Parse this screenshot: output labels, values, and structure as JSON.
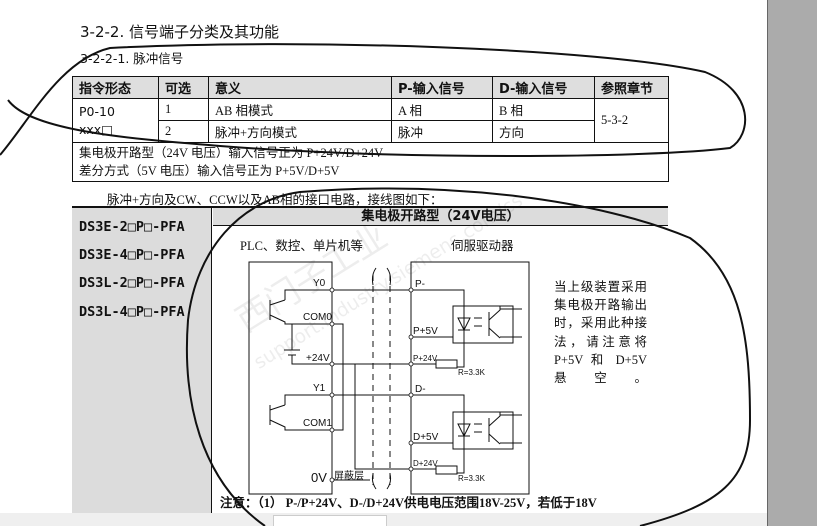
{
  "headings": {
    "section": "3-2-2. 信号端子分类及其功能",
    "subsection": "3-2-2-1. 脉冲信号"
  },
  "table": {
    "headers": [
      "指令形态",
      "可选",
      "意义",
      "P-输入信号",
      "D-输入信号",
      "参照章节"
    ],
    "command_form": [
      "P0-10",
      "xxx□"
    ],
    "rows": [
      {
        "option": "1",
        "meaning": "AB 相模式",
        "p": "A 相",
        "d": "B 相"
      },
      {
        "option": "2",
        "meaning": "脉冲+方向模式",
        "p": "脉冲",
        "d": "方向"
      }
    ],
    "reference": "5-3-2",
    "notes": [
      "集电极开路型（24V 电压）输入信号正为 P+24V/D+24V",
      "差分方式（5V 电压）输入信号正为 P+5V/D+5V"
    ]
  },
  "intro": "脉冲+方向及CW、CCW以及AB相的接口电路，接线图如下：",
  "panel": {
    "title": "集电极开路型（24V电压）",
    "models": [
      "DS3E-2□P□-PFA",
      "DS3E-4□P□-PFA",
      "DS3L-2□P□-PFA",
      "DS3L-4□P□-PFA"
    ],
    "left_device": "PLC、数控、单片机等",
    "right_device": "伺服驱动器",
    "left_terminals": [
      "Y0",
      "COM0",
      "+24V",
      "Y1",
      "COM1",
      "0V"
    ],
    "shield": "屏蔽层",
    "right_terminals": [
      "P-",
      "P+5V",
      "P+24V",
      "D-",
      "D+5V",
      "D+24V"
    ],
    "resistor": "R=3.3K",
    "side_note": "当上级装置采用集电极开路输出时，采用此种接法，请注意将 P+5V 和 D+5V 悬空。",
    "footnote": "注意：（1） P-/P+24V、D-/D+24V供电电压范围18V-25V，若低于18V"
  },
  "watermark": [
    "西门子工业",
    "support.industry.siemens.com/cs"
  ]
}
